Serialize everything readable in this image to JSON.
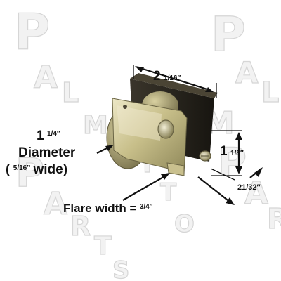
{
  "watermark": {
    "letters": [
      "P",
      "A",
      "L",
      "M",
      "E",
      "T",
      "T",
      "O",
      "P",
      "A",
      "R",
      "T",
      "S",
      "P",
      "A",
      "L",
      "M",
      "P",
      "A",
      "R"
    ],
    "color": "#e3e3e3"
  },
  "dimensions": {
    "length_whole": "2",
    "length_frac": "1/16″",
    "height_whole": "1",
    "height_frac": "1/8″",
    "width_frac": "21/32″",
    "diameter_whole": "1",
    "diameter_frac": "1/4″",
    "diameter_label": "Diameter",
    "wheel_width_open": "(",
    "wheel_width_frac": "5/16″",
    "wheel_width_label": "wide)",
    "flare_label": "Flare width =",
    "flare_frac": "3/4″"
  },
  "colors": {
    "metal_light": "#d9d3a8",
    "metal_mid": "#b7ae7a",
    "metal_dark": "#6f6a4a",
    "housing_dark": "#2a2620",
    "annotation": "#111111"
  }
}
